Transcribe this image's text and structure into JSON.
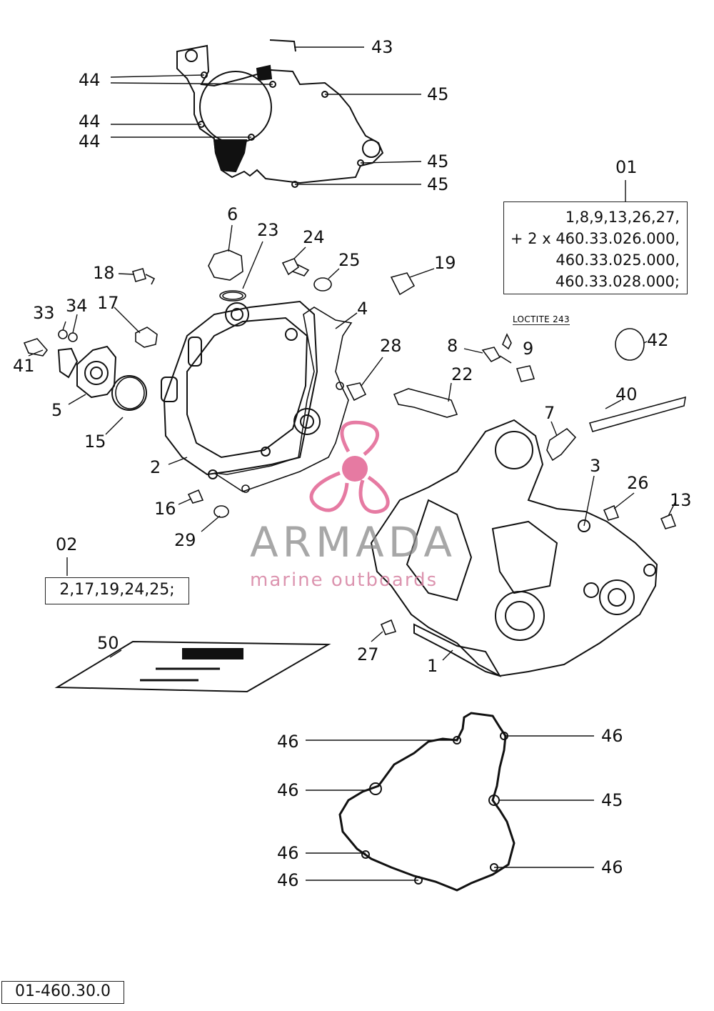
{
  "labels": {
    "p43": "43",
    "p44a": "44",
    "p44b": "44",
    "p44c": "44",
    "p45a": "45",
    "p45b": "45",
    "p45c": "45",
    "p45d": "45",
    "p01": "01",
    "p6": "6",
    "p23": "23",
    "p24": "24",
    "p25": "25",
    "p19": "19",
    "p18": "18",
    "p17": "17",
    "p33": "33",
    "p34": "34",
    "p41": "41",
    "p4": "4",
    "p28": "28",
    "p8": "8",
    "p9": "9",
    "p42": "42",
    "p22": "22",
    "p40": "40",
    "p5": "5",
    "p15": "15",
    "p7": "7",
    "p2": "2",
    "p3": "3",
    "p26": "26",
    "p13": "13",
    "p16": "16",
    "p29": "29",
    "p02": "02",
    "p50": "50",
    "p27": "27",
    "p1": "1",
    "p46a": "46",
    "p46b": "46",
    "p46c": "46",
    "p46d": "46",
    "p46e": "46",
    "p46f": "46"
  },
  "kit_01": {
    "line1": "1,8,9,13,26,27,",
    "line2": "+ 2 x 460.33.026.000,",
    "line3": "460.33.025.000,",
    "line4": "460.33.028.000;"
  },
  "kit_02": "2,17,19,24,25;",
  "loctite_note": "LOCTITE 243",
  "reference": "01-460.30.0",
  "watermark": {
    "brand": "ARMADA",
    "tagline": "marine outboards",
    "color": "#e05a8c"
  },
  "colors": {
    "ink": "#111111",
    "paper": "#ffffff",
    "watermark_gray": "#8a8a8a"
  }
}
